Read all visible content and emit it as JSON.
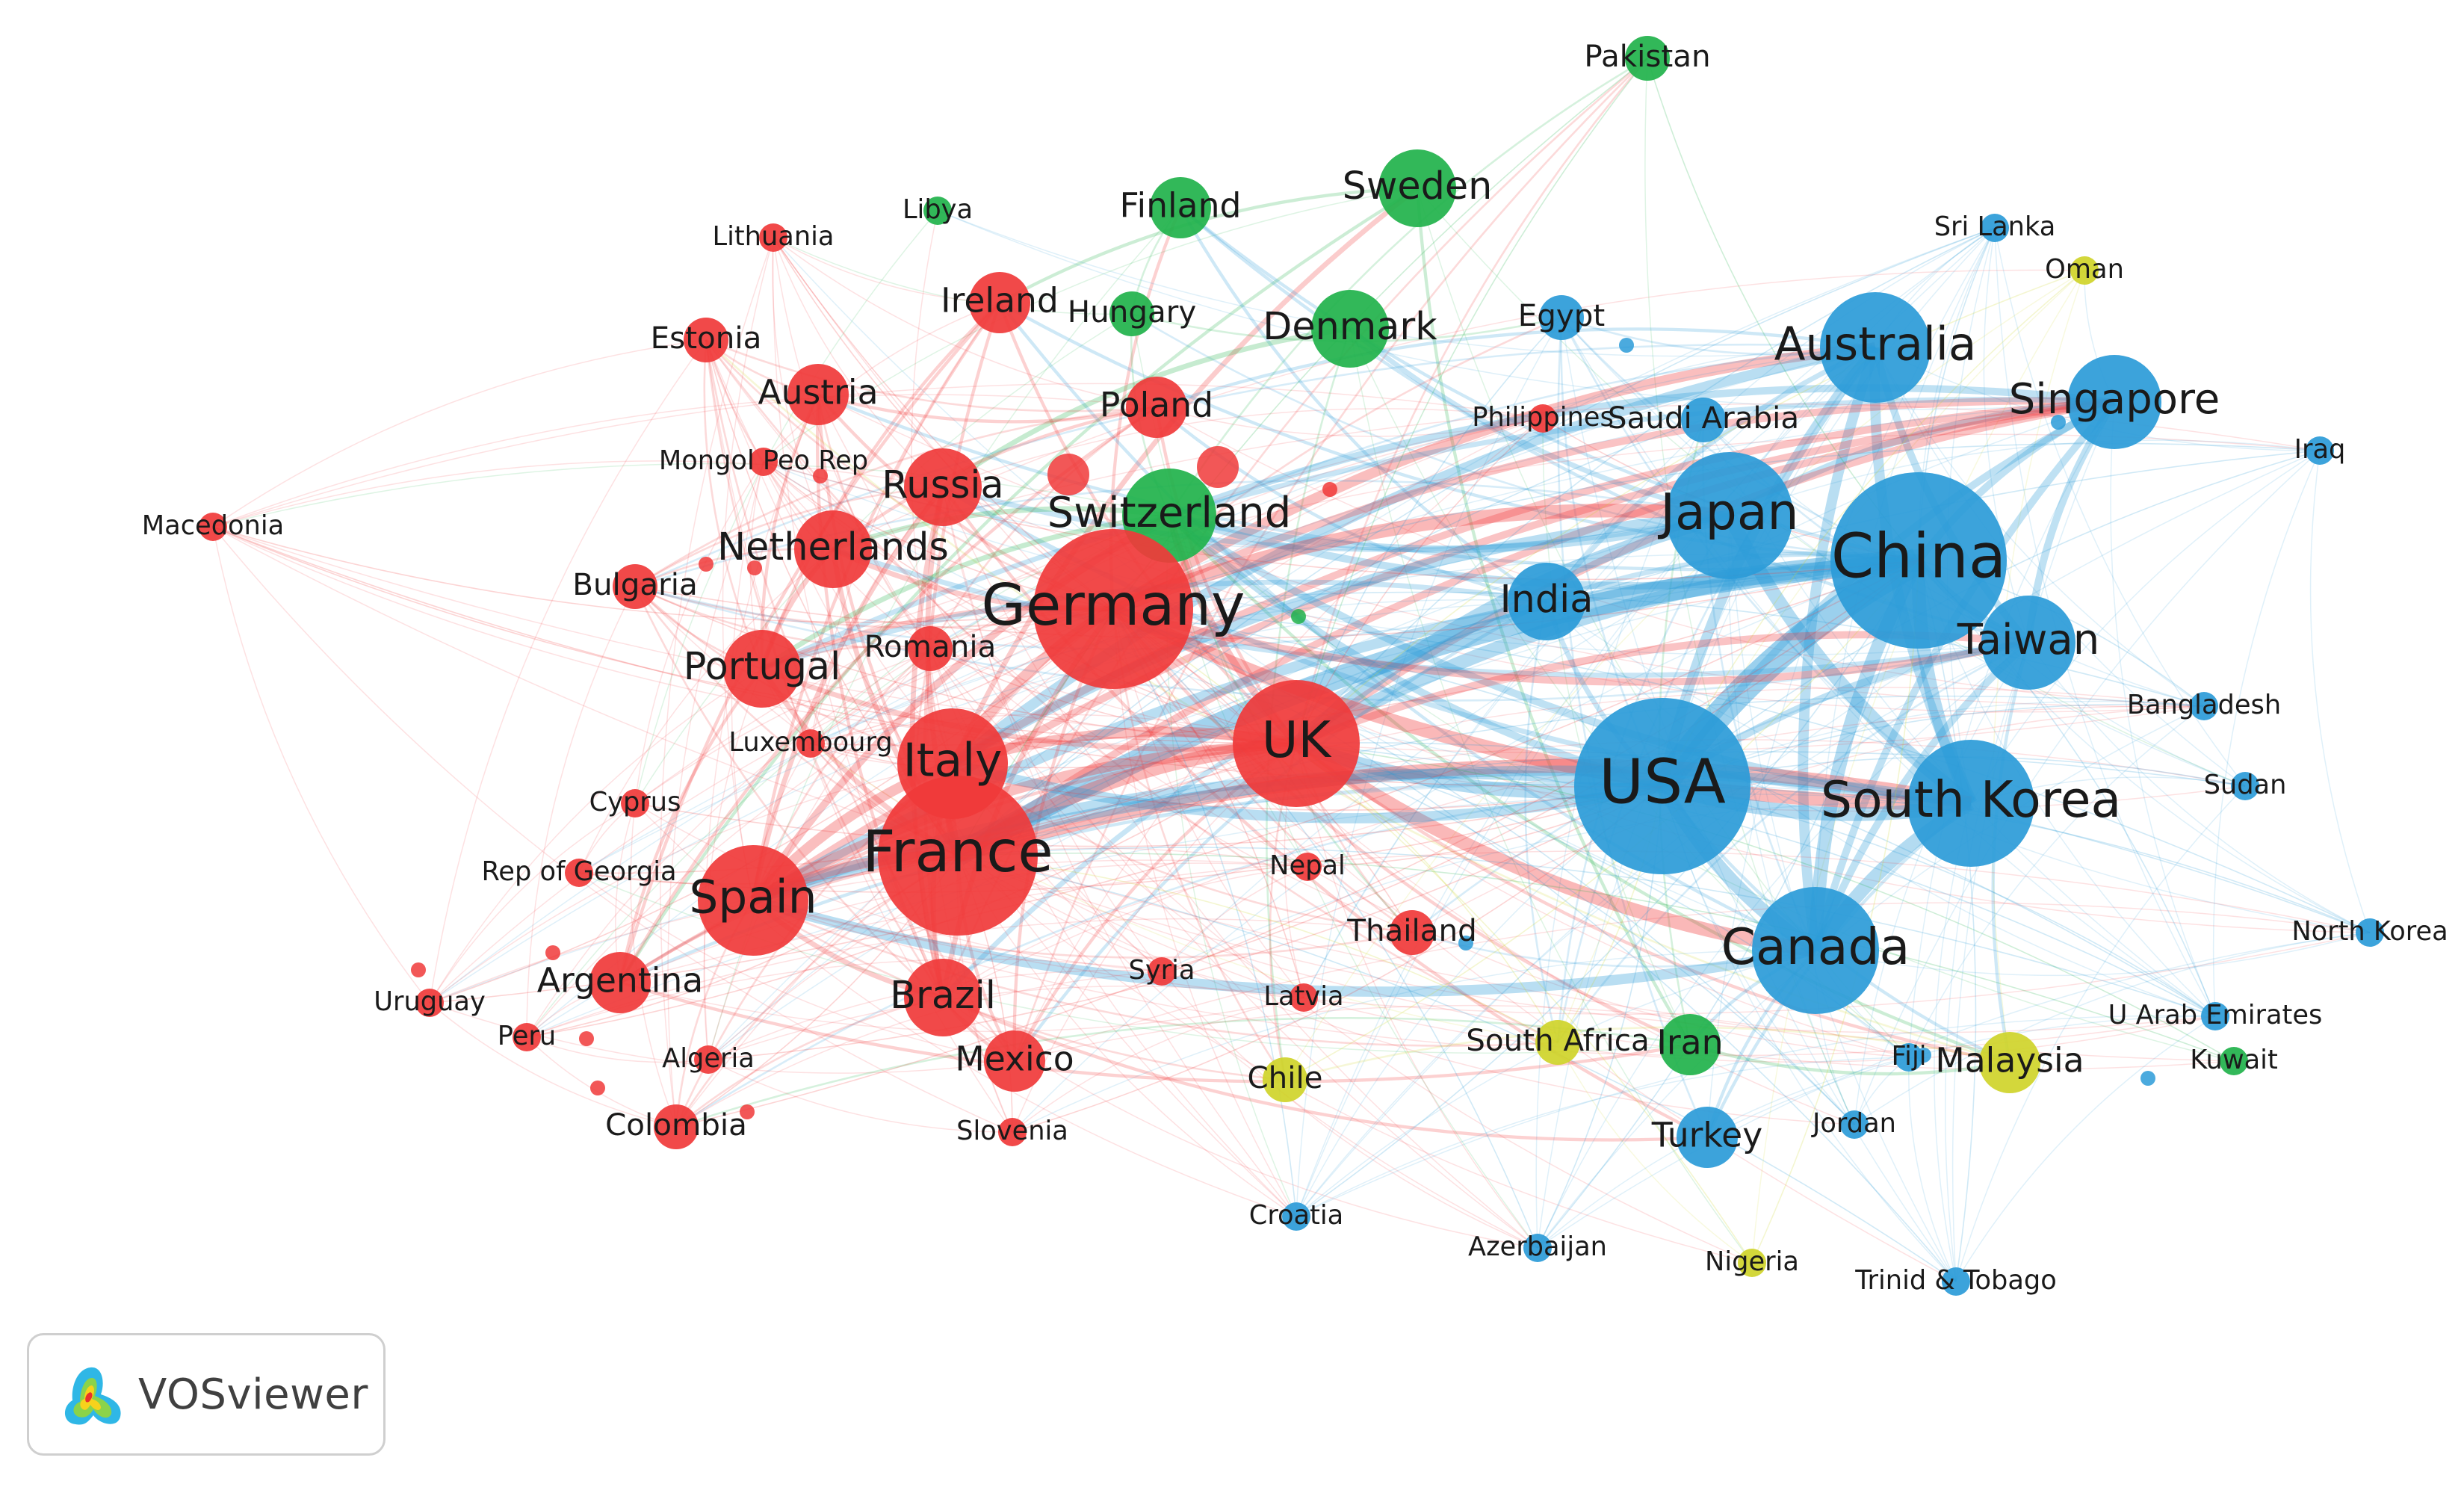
{
  "app": {
    "logo_text": "VOSviewer"
  },
  "colors": {
    "red": "#f0393a",
    "green": "#21b24b",
    "blue": "#2b9bd8",
    "yellow": "#cfd42a"
  },
  "clusters": [
    "red",
    "green",
    "blue",
    "yellow"
  ],
  "nodes": [
    {
      "label": "Pakistan",
      "cluster": "green",
      "weight": 2
    },
    {
      "label": "Sweden",
      "cluster": "green",
      "weight": 4
    },
    {
      "label": "Finland",
      "cluster": "green",
      "weight": 3
    },
    {
      "label": "Libya",
      "cluster": "green",
      "weight": 1
    },
    {
      "label": "Lithuania",
      "cluster": "red",
      "weight": 1
    },
    {
      "label": "Sri Lanka",
      "cluster": "blue",
      "weight": 1
    },
    {
      "label": "Oman",
      "cluster": "yellow",
      "weight": 1
    },
    {
      "label": "Ireland",
      "cluster": "red",
      "weight": 3
    },
    {
      "label": "Hungary",
      "cluster": "green",
      "weight": 2
    },
    {
      "label": "Denmark",
      "cluster": "green",
      "weight": 4
    },
    {
      "label": "Egypt",
      "cluster": "blue",
      "weight": 2
    },
    {
      "label": "Estonia",
      "cluster": "red",
      "weight": 2
    },
    {
      "label": "Australia",
      "cluster": "blue",
      "weight": 6
    },
    {
      "label": "Austria",
      "cluster": "red",
      "weight": 3
    },
    {
      "label": "Poland",
      "cluster": "red",
      "weight": 3
    },
    {
      "label": "Philippines",
      "cluster": "red",
      "weight": 1
    },
    {
      "label": "Saudi Arabia",
      "cluster": "blue",
      "weight": 2
    },
    {
      "label": "Singapore",
      "cluster": "blue",
      "weight": 5
    },
    {
      "label": "Iraq",
      "cluster": "blue",
      "weight": 1
    },
    {
      "label": "Mongol Peo Rep",
      "cluster": "red",
      "weight": 1
    },
    {
      "label": "Russia",
      "cluster": "red",
      "weight": 4
    },
    {
      "label": "Switzerland",
      "cluster": "green",
      "weight": 5
    },
    {
      "label": "Japan",
      "cluster": "blue",
      "weight": 7
    },
    {
      "label": "China",
      "cluster": "blue",
      "weight": 10
    },
    {
      "label": "Macedonia",
      "cluster": "red",
      "weight": 1
    },
    {
      "label": "Netherlands",
      "cluster": "red",
      "weight": 4
    },
    {
      "label": "Bulgaria",
      "cluster": "red",
      "weight": 2
    },
    {
      "label": "Germany",
      "cluster": "red",
      "weight": 9
    },
    {
      "label": "India",
      "cluster": "blue",
      "weight": 4
    },
    {
      "label": "Taiwan",
      "cluster": "blue",
      "weight": 5
    },
    {
      "label": "Romania",
      "cluster": "red",
      "weight": 2
    },
    {
      "label": "Portugal",
      "cluster": "red",
      "weight": 4
    },
    {
      "label": "Bangladesh",
      "cluster": "blue",
      "weight": 1
    },
    {
      "label": "UK",
      "cluster": "red",
      "weight": 7
    },
    {
      "label": "Luxembourg",
      "cluster": "red",
      "weight": 1
    },
    {
      "label": "Italy",
      "cluster": "red",
      "weight": 6
    },
    {
      "label": "USA",
      "cluster": "blue",
      "weight": 10
    },
    {
      "label": "Sudan",
      "cluster": "blue",
      "weight": 1
    },
    {
      "label": "Cyprus",
      "cluster": "red",
      "weight": 1
    },
    {
      "label": "South Korea",
      "cluster": "blue",
      "weight": 7
    },
    {
      "label": "France",
      "cluster": "red",
      "weight": 9
    },
    {
      "label": "Nepal",
      "cluster": "red",
      "weight": 1
    },
    {
      "label": "Rep of Georgia",
      "cluster": "red",
      "weight": 1
    },
    {
      "label": "Spain",
      "cluster": "red",
      "weight": 6
    },
    {
      "label": "Thailand",
      "cluster": "red",
      "weight": 2
    },
    {
      "label": "Canada",
      "cluster": "blue",
      "weight": 7
    },
    {
      "label": "North Korea",
      "cluster": "blue",
      "weight": 1
    },
    {
      "label": "Argentina",
      "cluster": "red",
      "weight": 3
    },
    {
      "label": "Syria",
      "cluster": "red",
      "weight": 1
    },
    {
      "label": "Latvia",
      "cluster": "red",
      "weight": 1
    },
    {
      "label": "Brazil",
      "cluster": "red",
      "weight": 4
    },
    {
      "label": "U Arab Emirates",
      "cluster": "blue",
      "weight": 1
    },
    {
      "label": "Uruguay",
      "cluster": "red",
      "weight": 1
    },
    {
      "label": "Peru",
      "cluster": "red",
      "weight": 1
    },
    {
      "label": "South Africa",
      "cluster": "yellow",
      "weight": 2
    },
    {
      "label": "Iran",
      "cluster": "green",
      "weight": 3
    },
    {
      "label": "Fiji",
      "cluster": "blue",
      "weight": 1
    },
    {
      "label": "Malaysia",
      "cluster": "yellow",
      "weight": 3
    },
    {
      "label": "Kuwait",
      "cluster": "green",
      "weight": 1
    },
    {
      "label": "Algeria",
      "cluster": "red",
      "weight": 1
    },
    {
      "label": "Mexico",
      "cluster": "red",
      "weight": 3
    },
    {
      "label": "Chile",
      "cluster": "yellow",
      "weight": 2
    },
    {
      "label": "Colombia",
      "cluster": "red",
      "weight": 2
    },
    {
      "label": "Slovenia",
      "cluster": "red",
      "weight": 1
    },
    {
      "label": "Jordan",
      "cluster": "blue",
      "weight": 1
    },
    {
      "label": "Turkey",
      "cluster": "blue",
      "weight": 3
    },
    {
      "label": "Croatia",
      "cluster": "blue",
      "weight": 1
    },
    {
      "label": "Azerbaijan",
      "cluster": "blue",
      "weight": 1
    },
    {
      "label": "Nigeria",
      "cluster": "yellow",
      "weight": 1
    },
    {
      "label": "Trinid & Tobago",
      "cluster": "blue",
      "weight": 1
    }
  ]
}
